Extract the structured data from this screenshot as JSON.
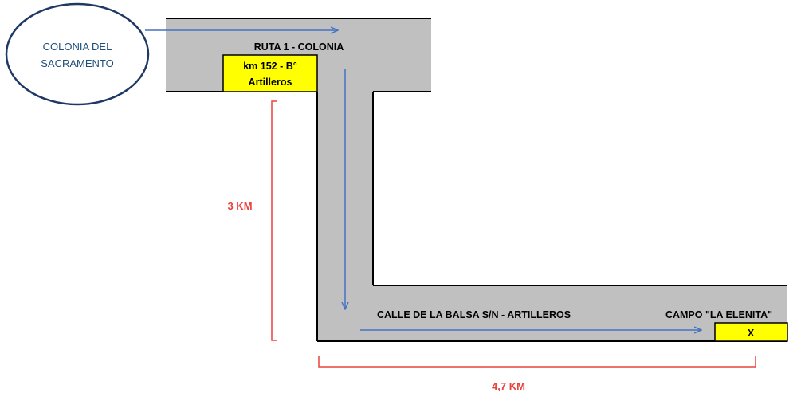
{
  "map": {
    "origin": {
      "line1": "COLONIA DEL",
      "line2": "SACRAMENTO"
    },
    "route_label": "RUTA 1 - COLONIA",
    "junction": {
      "line1": "km 152 - B°",
      "line2": "Artilleros"
    },
    "street_label": "CALLE DE LA BALSA  S/N - ARTILLEROS",
    "destination_label": "CAMPO \"LA ELENITA\"",
    "destination_marker": "X",
    "distance_vertical": "3 KM",
    "distance_horizontal": "4,7 KM"
  },
  "colors": {
    "road_fill": "#c0c0c0",
    "road_edge": "#000000",
    "highlight": "#ffff00",
    "arrow": "#4472c4",
    "distance": "#e8423c",
    "ellipse_stroke": "#1f3864"
  }
}
